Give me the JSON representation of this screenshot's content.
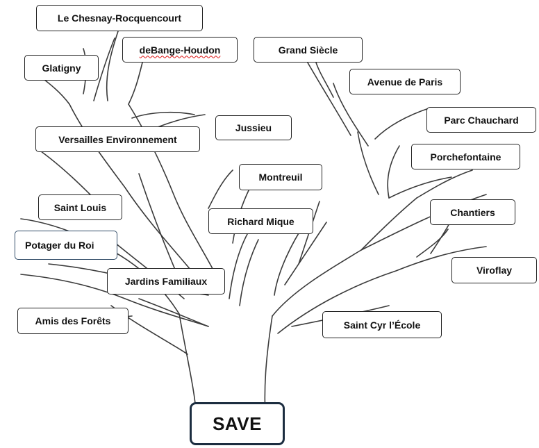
{
  "labels": {
    "le_chesnay": "Le Chesnay-Rocquencourt",
    "debange": "deBange-Houdon",
    "grand_siecle": "Grand Siècle",
    "glatigny": "Glatigny",
    "avenue_paris": "Avenue de Paris",
    "parc_chauchard": "Parc Chauchard",
    "jussieu": "Jussieu",
    "versailles_env": "Versailles Environnement",
    "porchefontaine": "Porchefontaine",
    "montreuil": "Montreuil",
    "saint_louis": "Saint Louis",
    "chantiers": "Chantiers",
    "richard_mique": "Richard Mique",
    "potager": "Potager du Roi",
    "viroflay": "Viroflay",
    "jardins": "Jardins Familiaux",
    "amis_forets": "Amis des Forêts",
    "saint_cyr": "Saint Cyr l’École"
  },
  "save_label": "SAVE",
  "colors": {
    "save_border": "#1c2d40",
    "active_label_border": "#2f4a66",
    "spellcheck_underline": "#dd1111"
  }
}
